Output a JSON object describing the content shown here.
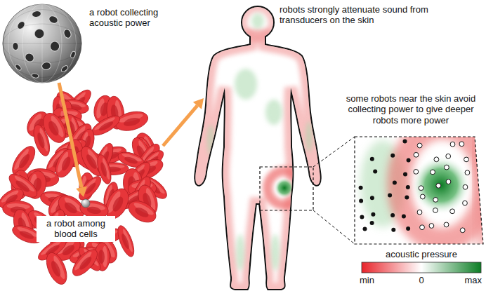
{
  "diagram": {
    "nodes": [
      {
        "text": [
          "a robot among blood cells"
        ]
      }
    ],
    "labels": [
      "a robot collecting acoustic power",
      "robots strongly attenuate sound from transducers on the skin",
      "some robots near the skin avoid collecting power to give deeper robots more power",
      "acoustic pressure",
      "min",
      "0",
      "max"
    ]
  }
}
